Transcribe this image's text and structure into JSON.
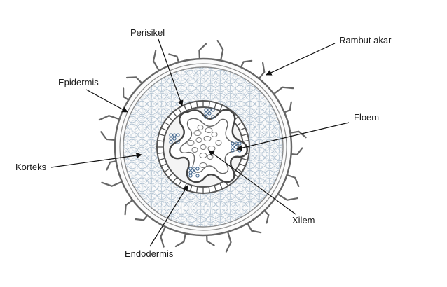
{
  "labels": {
    "perisikel": "Perisikel",
    "rambut_akar": "Rambut akar",
    "epidermis": "Epidermis",
    "floem": "Floem",
    "korteks": "Korteks",
    "xilem": "Xilem",
    "endodermis": "Endodermis"
  },
  "colors": {
    "outline": "#5b5b5b",
    "cell": "#9fb4c8",
    "stele_fill": "#f4f4f4",
    "text": "#1a1a1a",
    "leader": "#111111"
  }
}
